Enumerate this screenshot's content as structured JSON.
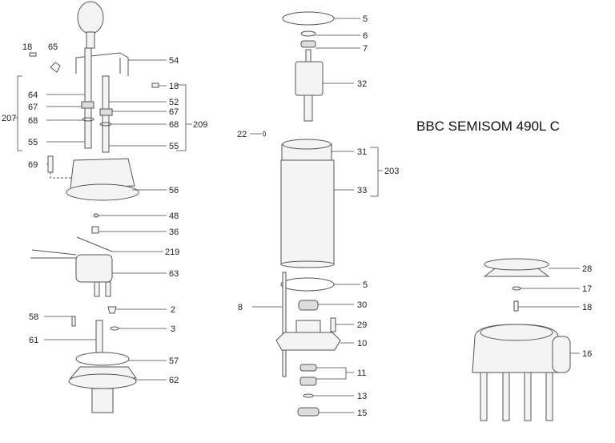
{
  "title": "BBC SEMISOM 490L C",
  "labels": {
    "l18a": "18",
    "l65": "65",
    "l54": "54",
    "l18b": "18",
    "l64": "64",
    "l52": "52",
    "l67a": "67",
    "l67b": "67",
    "l68a": "68",
    "l68b": "68",
    "l207": "207",
    "l209": "209",
    "l55a": "55",
    "l55b": "55",
    "l69": "69",
    "l56": "56",
    "l48": "48",
    "l36": "36",
    "l219": "219",
    "l63": "63",
    "l2": "2",
    "l58": "58",
    "l3": "3",
    "l61": "61",
    "l57": "57",
    "l62": "62",
    "l5a": "5",
    "l6": "6",
    "l7": "7",
    "l32": "32",
    "l22": "22",
    "l31": "31",
    "l203": "203",
    "l33": "33",
    "l5b": "5",
    "l8": "8",
    "l30": "30",
    "l29": "29",
    "l10": "10",
    "l11": "11",
    "l13": "13",
    "l15": "15",
    "l28": "28",
    "l17": "17",
    "l18c": "18",
    "l16": "16"
  }
}
